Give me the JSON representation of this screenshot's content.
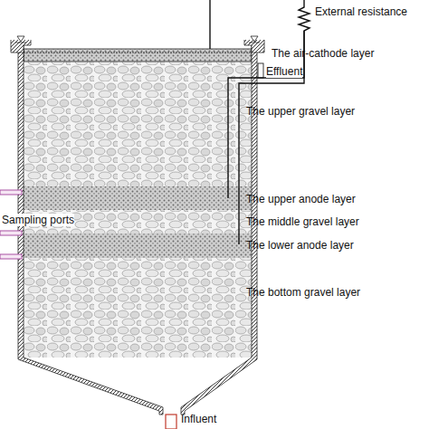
{
  "diagram": {
    "labels": [
      "External resistance",
      "The air-cathode layer",
      "Effluent",
      "The upper gravel layer",
      "The upper anode layer",
      "The middle gravel layer",
      "The lower anode layer",
      "The bottom gravel layer",
      "Sampling ports",
      "Influent"
    ]
  }
}
